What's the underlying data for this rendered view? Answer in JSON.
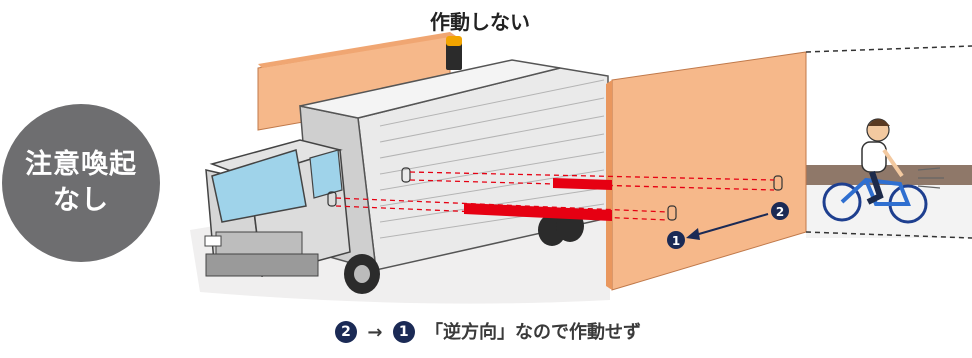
{
  "badge": {
    "text": "注意喚起\nなし"
  },
  "top_caption": "作動しない",
  "sensor_labels": {
    "one": "1",
    "two": "2"
  },
  "bottom_caption": {
    "num_a": "2",
    "arrow": "→",
    "num_b": "1",
    "text": "「逆方向」なので作動せず"
  },
  "colors": {
    "badge": "#6e6e70",
    "wall": "#f6b88a",
    "wall_top": "#f0a672",
    "beam": "#e60012",
    "ground": "#a08a7a",
    "marker": "#1b2a55",
    "truck_cab": "#dcdcdc"
  },
  "icons": [
    "warning-lamp-icon",
    "bicycle-rider-icon"
  ]
}
